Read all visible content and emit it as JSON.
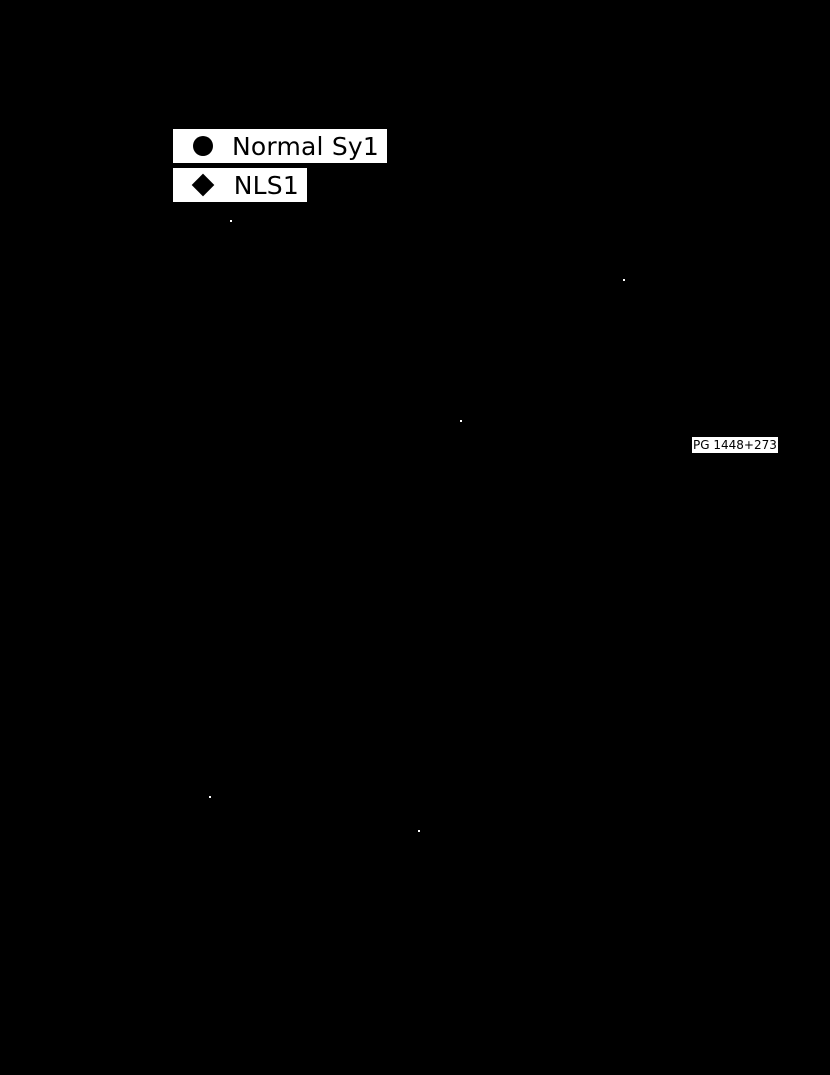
{
  "chart_data": {
    "type": "scatter",
    "title": "",
    "xlabel": "",
    "ylabel": "",
    "legend": [
      {
        "label": "Normal Sy1",
        "marker": "circle"
      },
      {
        "label": "NLS1",
        "marker": "diamond"
      }
    ],
    "legend_position": "upper-left",
    "annotations": [
      {
        "text": "PG 1448+273"
      }
    ],
    "series": [
      {
        "name": "Normal Sy1",
        "values": []
      },
      {
        "name": "NLS1",
        "values": []
      }
    ],
    "grid": false
  },
  "legend": {
    "items": [
      {
        "label": "Normal Sy1",
        "icon": "filled-circle-icon"
      },
      {
        "label": "NLS1",
        "icon": "filled-diamond-icon"
      }
    ]
  },
  "annotation": {
    "label": "PG 1448+273"
  },
  "colors": {
    "background": "#000000",
    "foreground": "#ffffff",
    "marker": "#000000"
  }
}
